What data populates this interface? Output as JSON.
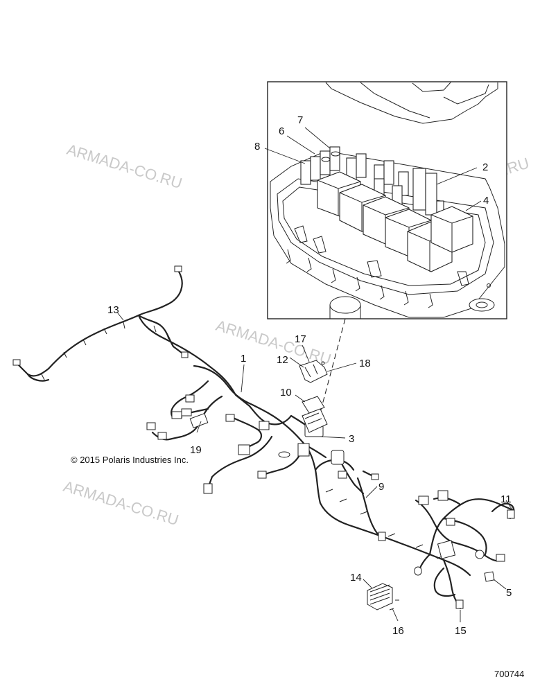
{
  "callouts": {
    "c1": "1",
    "c2": "2",
    "c3": "3",
    "c4": "4",
    "c5": "5",
    "c6": "6",
    "c7": "7",
    "c8": "8",
    "c9": "9",
    "c10": "10",
    "c11": "11",
    "c12": "12",
    "c13": "13",
    "c14": "14",
    "c15": "15",
    "c16": "16",
    "c17": "17",
    "c18": "18",
    "c19": "19"
  },
  "watermarks": {
    "w1": "ARMADA-CO.RU",
    "w2": "ARMADA-CO.RU",
    "w3": "ARMADA-CO.RU",
    "w4": "ARMADA-CO.RU"
  },
  "copyright": "© 2015 Polaris Industries Inc.",
  "part_number": "700744"
}
